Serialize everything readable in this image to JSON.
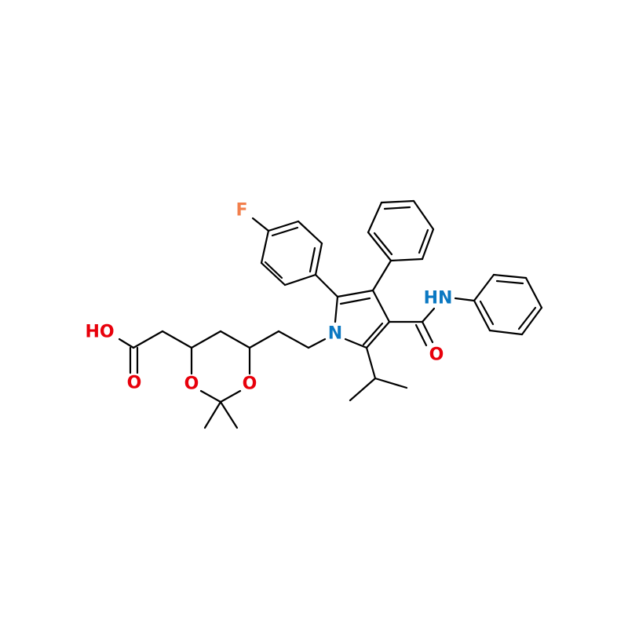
{
  "colors": {
    "bond": "#000000",
    "oxygen": "#e8000b",
    "nitrogen": "#0a78c2",
    "fluorine": "#f27f4c",
    "background": "#ffffff"
  },
  "labels": {
    "fluorine": "F",
    "amide_nh": "HN",
    "amide_o": "O",
    "pyrrole_n": "N",
    "acid_oh": "HO",
    "acid_o": "O",
    "dioxane_o_left": "O",
    "dioxane_o_right": "O"
  }
}
